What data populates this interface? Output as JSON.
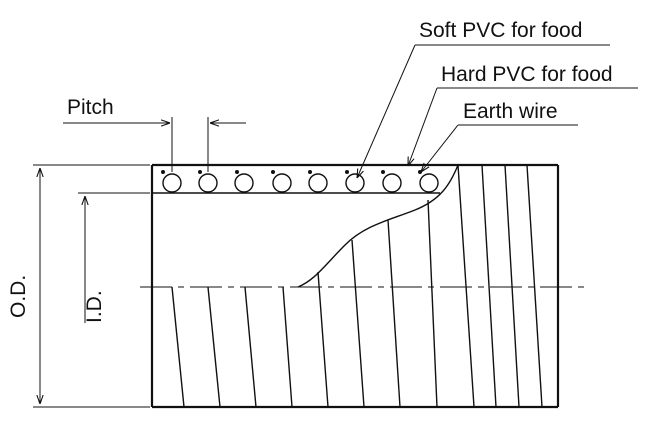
{
  "labels": {
    "soft_pvc": "Soft PVC for food",
    "hard_pvc": "Hard PVC for food",
    "earth_wire": "Earth wire",
    "pitch": "Pitch",
    "outer_diameter": "O.D.",
    "inner_diameter": "I.D."
  },
  "icons": {
    "dimension_arrow": "arrowhead",
    "helix": "spiral-stripe"
  }
}
